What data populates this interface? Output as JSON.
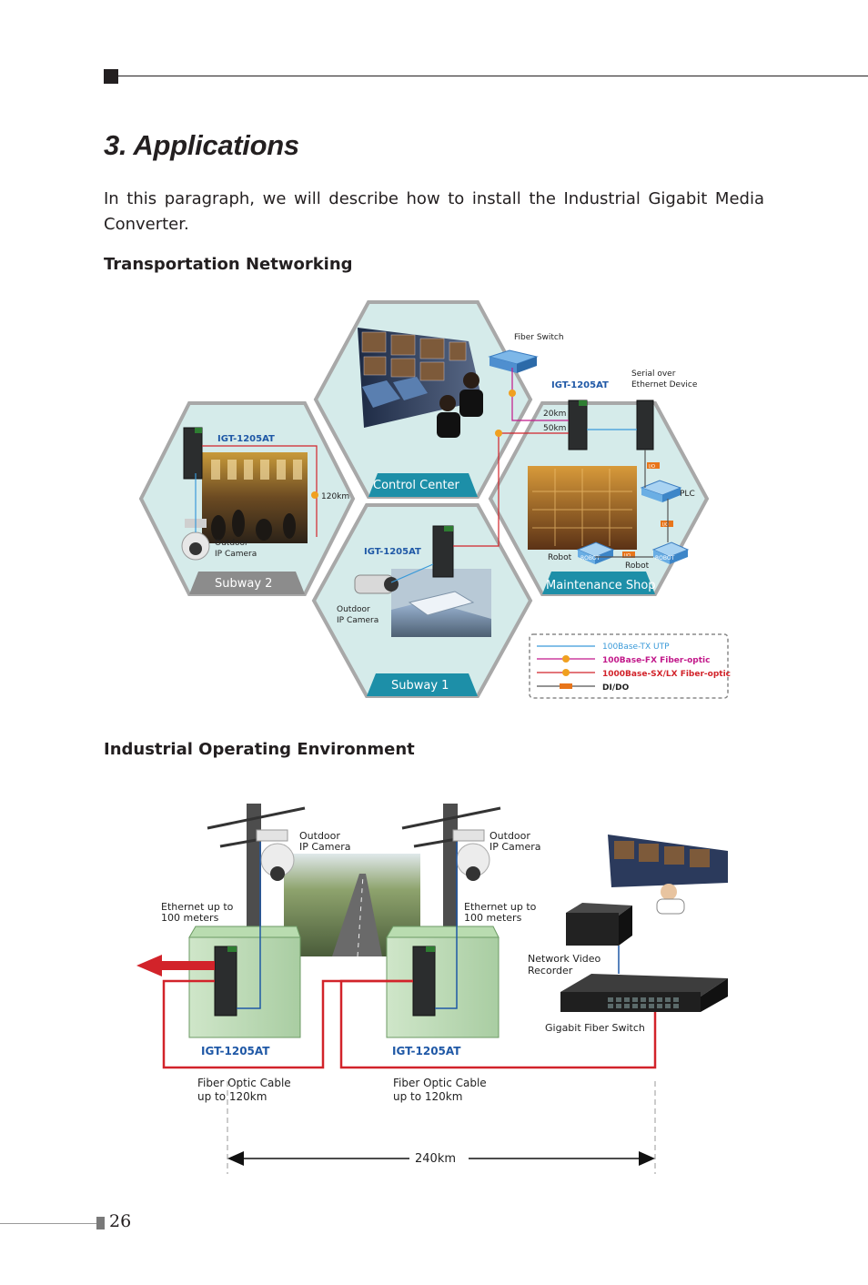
{
  "page": {
    "title": "3. Applications",
    "intro": "In this paragraph, we will describe how to install the Industrial Gigabit Media Converter.",
    "page_number": "26"
  },
  "transport": {
    "heading": "Transportation Networking",
    "control_center": "Control Center",
    "subway2": "Subway 2",
    "subway1": "Subway 1",
    "maintenance": "Maintenance Shop",
    "fiber_switch": "Fiber Switch",
    "igt_cc": "IGT-1205AT",
    "igt_s2": "IGT-1205AT",
    "igt_s1": "IGT-1205AT",
    "serial_line1": "Serial over",
    "serial_line2": "Ethernet Device",
    "km20": "20km",
    "km50": "50km",
    "km120": "120km",
    "plc": "PLC",
    "robot_left": "Robot",
    "robot_right": "Robot",
    "robot_badge": "ROBOT",
    "io_badge": "I/O",
    "cam_s2_line1": "Outdoor",
    "cam_s2_line2": "IP Camera",
    "cam_s1_line1": "Outdoor",
    "cam_s1_line2": "IP Camera",
    "legend": {
      "utp": "100Base-TX UTP",
      "fx": "100Base-FX Fiber-optic",
      "sxlx": "1000Base-SX/LX Fiber-optic",
      "dido": "DI/DO"
    },
    "colors": {
      "utp": "#3a9ad9",
      "fx": "#c2188a",
      "sxlx": "#d2232a",
      "dido": "#555555",
      "hex_fill": "#d5ebea",
      "band_teal": "#1d8fa8",
      "band_gray": "#8c8c8c",
      "label_blue": "#1f58a6"
    }
  },
  "industrial": {
    "heading": "Industrial Operating Environment",
    "cam1_line1": "Outdoor",
    "cam1_line2": "IP Camera",
    "cam2_line1": "Outdoor",
    "cam2_line2": "IP Camera",
    "eth1_line1": "Ethernet up to",
    "eth1_line2": "100 meters",
    "eth2_line1": "Ethernet up to",
    "eth2_line2": "100 meters",
    "nvr_line1": "Network Video",
    "nvr_line2": "Recorder",
    "gig_switch": "Gigabit Fiber Switch",
    "igt1": "IGT-1205AT",
    "igt2": "IGT-1205AT",
    "fiber1_line1": "Fiber Optic Cable",
    "fiber1_line2": "up to 120km",
    "fiber2_line1": "Fiber Optic Cable",
    "fiber2_line2": "up to 120km",
    "distance": "240km"
  }
}
